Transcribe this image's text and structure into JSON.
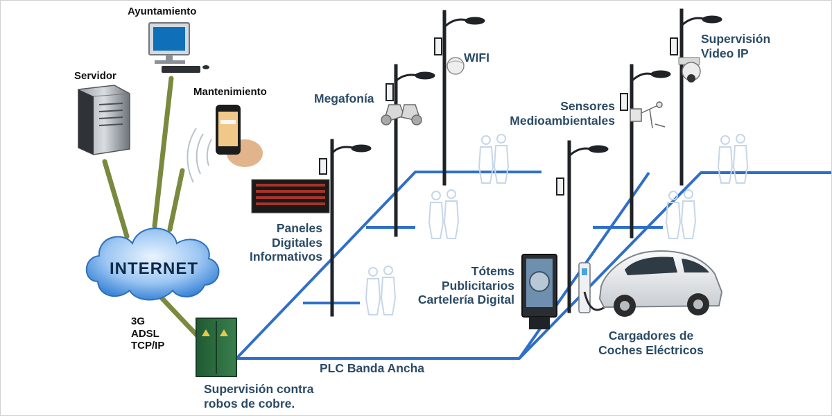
{
  "labels": {
    "ayuntamiento": "Ayuntamiento",
    "servidor": "Servidor",
    "mantenimiento": "Mantenimiento",
    "internet": "INTERNET",
    "conn_lines": [
      "3G",
      "ADSL",
      "TCP/IP"
    ],
    "supervision_robos": [
      "Supervisión contra",
      "robos de cobre."
    ],
    "plc": "PLC  Banda Ancha",
    "paneles": [
      "Paneles",
      "Digitales",
      "Informativos"
    ],
    "megafonia": "Megafonía",
    "wifi": "WIFI",
    "sensores": [
      "Sensores",
      "Medioambientales"
    ],
    "video": [
      "Supervisión",
      "Video IP"
    ],
    "totems": [
      "Tótems",
      "Publicitarios",
      "Cartelería Digital"
    ],
    "cargadores": [
      "Cargadores de",
      "Coches Eléctricos"
    ]
  },
  "colors": {
    "network_line": "#2f6fc9",
    "internet_link": "#6b7d2a",
    "label_text": "#2b4a64",
    "cloud": "#3e86d8",
    "cabinet": "#2d6b3e"
  }
}
